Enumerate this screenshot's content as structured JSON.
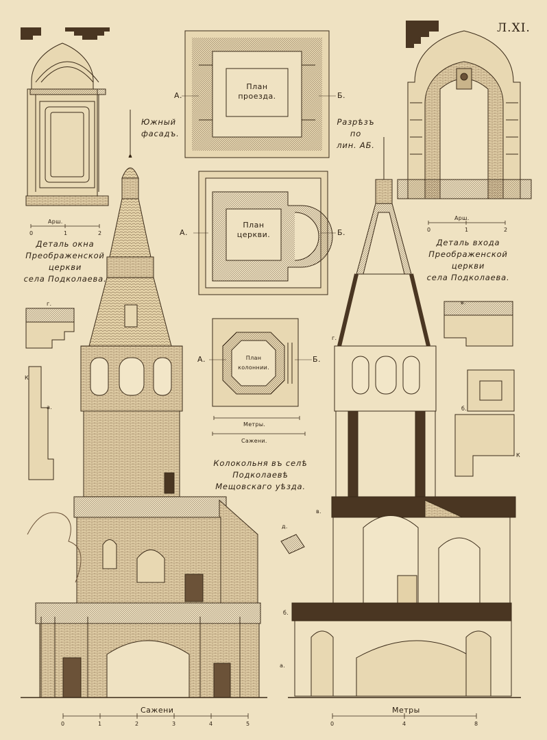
{
  "plate": {
    "number": "Л.XI."
  },
  "drawing": {
    "colors": {
      "paper": "#efe2c2",
      "ink": "#3a2a18",
      "hatch": "#6b5238",
      "wall": "#4a3622",
      "frame": "#1a140c"
    },
    "labels": {
      "south_facade": "Южный\nфасадъ.",
      "section_ab": "Разрѣзъ по\nлин. АБ.",
      "window_detail": "Деталь окна\nПреображенской церкви\nсела Подколаева.",
      "entrance_detail": "Деталь входа\nПреображенской церкви\nсела Подколаева.",
      "bell_tower_title": "Колокольня въ селѣ Подколаевѣ\nМещовскаго уѣзда.",
      "plan_passage": "План\nпроезда.",
      "plan_church": "План\nцеркви.",
      "plan_colonnade": "План\nколоннии.",
      "mark_a": "А.",
      "mark_b": "Б.",
      "mark_v": "в.",
      "mark_g": "г.",
      "mark_a_small": "а.",
      "mark_b_small": "б.",
      "mark_d": "д.",
      "mark_k": "К"
    },
    "scales": {
      "arsh_left": {
        "label": "Арш.",
        "ticks": [
          "0",
          "1",
          "2"
        ]
      },
      "arsh_right": {
        "label": "Арш.",
        "ticks": [
          "0",
          "1",
          "2"
        ]
      },
      "metres_mid": {
        "label": "Метры."
      },
      "sazheni_mid": {
        "label": "Сажени."
      },
      "sazheni_bottom": {
        "label": "Сажени",
        "ticks": [
          "0",
          "1",
          "2",
          "3",
          "4",
          "5"
        ]
      },
      "metres_bottom": {
        "label": "Метры",
        "ticks": [
          "0",
          "4",
          "8"
        ]
      }
    }
  }
}
